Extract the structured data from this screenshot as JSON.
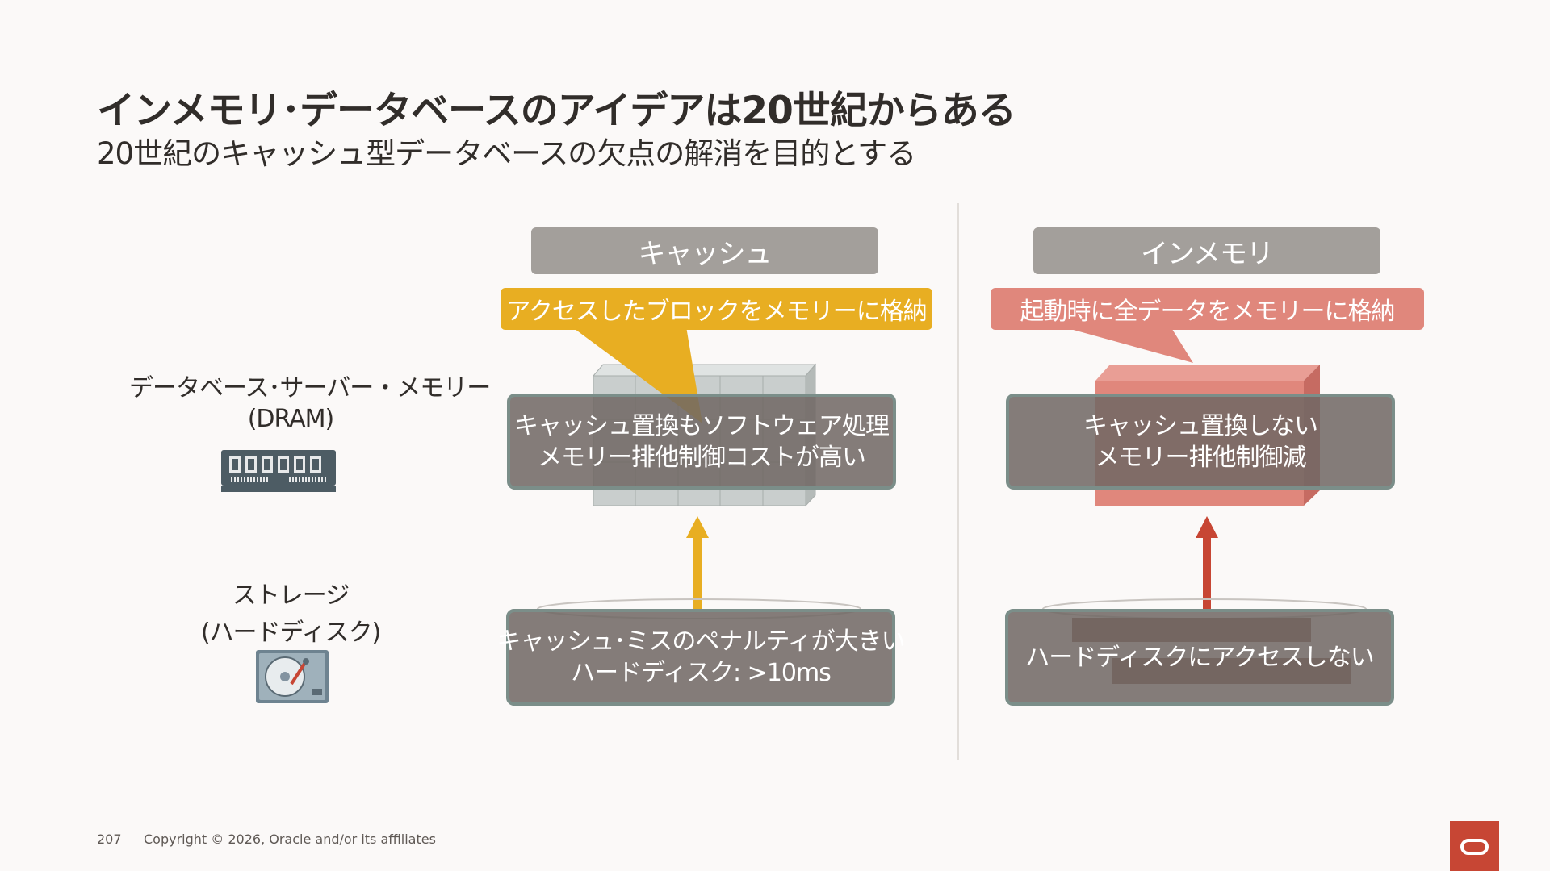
{
  "slide": {
    "title": "インメモリ･データベースのアイデアは20世紀からある",
    "subtitle": "20世紀のキャッシュ型データベースの欠点の解消を目的とする"
  },
  "left_labels": {
    "memory_line1": "データベース･サーバー・メモリー",
    "memory_line2": "(DRAM)",
    "storage_line1": "ストレージ",
    "storage_line2": "(ハードディスク)"
  },
  "cache_column": {
    "header": "キャッシュ",
    "callout": "アクセスしたブロックをメモリーに格納",
    "memory_box_line1": "キャッシュ置換もソフトウェア処理",
    "memory_box_line2": "メモリー排他制御コストが高い",
    "storage_box_line1": "キャッシュ･ミスのペナルティが大きい",
    "storage_box_line2": "ハードディスク: >10ms",
    "color": "#e8ae22"
  },
  "inmemory_column": {
    "header": "インメモリ",
    "callout": "起動時に全データをメモリーに格納",
    "memory_box_line1": "キャッシュ置換しない",
    "memory_box_line2": "メモリー排他制御減",
    "storage_box_line1": "ハードディスクにアクセスしない",
    "color": "#e0877c",
    "arrow_color": "#c74634"
  },
  "footer": {
    "page_number": "207",
    "copyright": "Copyright © 2026, Oracle and/or its affiliates"
  },
  "icons": {
    "dram": "ram-module-icon",
    "disk": "hard-disk-icon",
    "logo": "oracle-logo"
  },
  "brand_color": "#c74634"
}
